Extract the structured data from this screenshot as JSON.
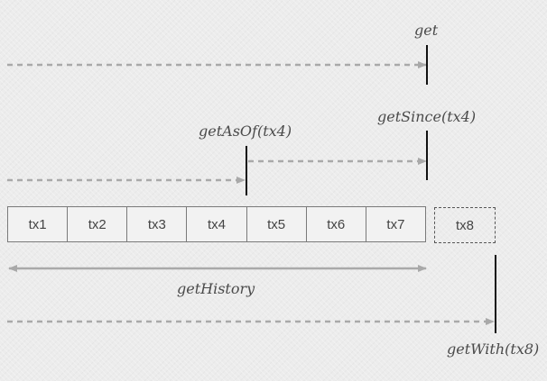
{
  "transactions": [
    "tx1",
    "tx2",
    "tx3",
    "tx4",
    "tx5",
    "tx6",
    "tx7"
  ],
  "future_tx": "tx8",
  "labels": {
    "get": "get",
    "get_as_of": "getAsOf(tx4)",
    "get_since": "getSince(tx4)",
    "get_history": "getHistory",
    "get_with": "getWith(tx8)"
  },
  "colors": {
    "background": "#ececec",
    "arrow": "#a9a9a9",
    "marker": "#111111",
    "cell_border": "#7a7a7a"
  }
}
